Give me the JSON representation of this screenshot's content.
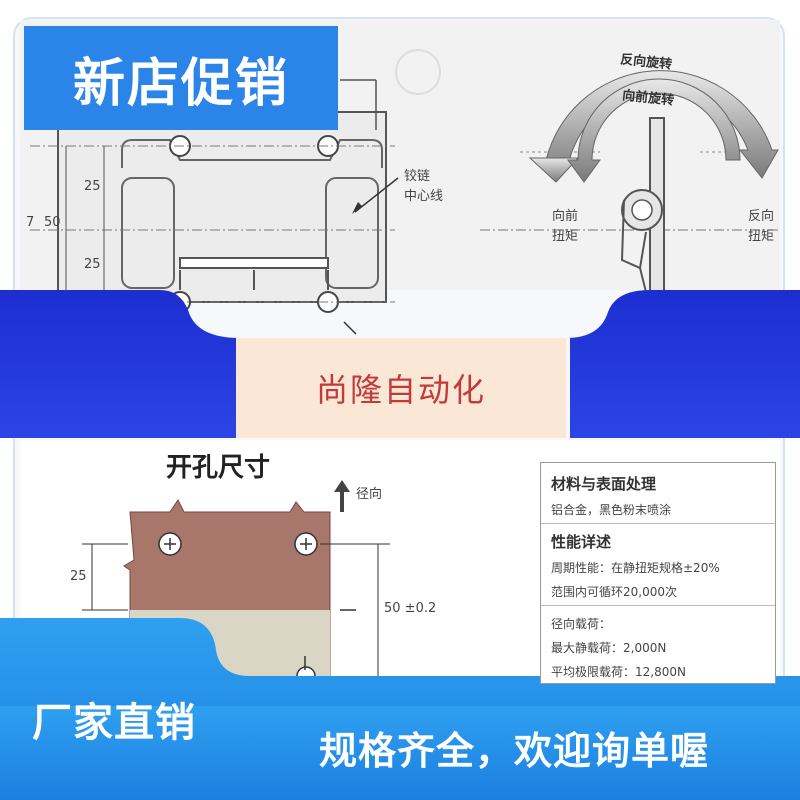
{
  "promo": {
    "top_badge": "新店促销",
    "center_label": "尚隆自动化",
    "bottom_badge": "厂家直销",
    "bottom_text": "规格齐全，欢迎询单喔"
  },
  "top_drawing": {
    "dim_25_upper": "25",
    "dim_25_lower": "25",
    "dim_50": "50",
    "dim_7": "7",
    "hinge_label_1": "铰链",
    "hinge_label_2": "中心线",
    "rot_reverse": "反向旋转",
    "rot_forward": "向前旋转",
    "torque_fwd_1": "向前",
    "torque_fwd_2": "扭矩",
    "torque_rev_1": "反向",
    "torque_rev_2": "扭矩"
  },
  "cutout": {
    "title": "开孔尺寸",
    "radial_label": "径向",
    "dim_25": "25",
    "dim_50": "50 ±0.2"
  },
  "spec": {
    "h1": "材料与表面处理",
    "r1": "铝合金，黑色粉末喷涂",
    "h2": "性能详述",
    "r2": "周期性能：在静扭矩规格±20%",
    "r3": "范围内可循环20,000次",
    "r4": "径向载荷：",
    "r5": "最大静载荷：2,000N",
    "r6": "平均极限载荷：12,800N"
  },
  "colors": {
    "promo_blue": "#2b84e8",
    "band_blue": "#1f35d6",
    "center_bg": "#fbe7d6",
    "center_text": "#c23b3b",
    "plate_brown": "#a8766a",
    "plate_beige": "#d9d6c6"
  }
}
